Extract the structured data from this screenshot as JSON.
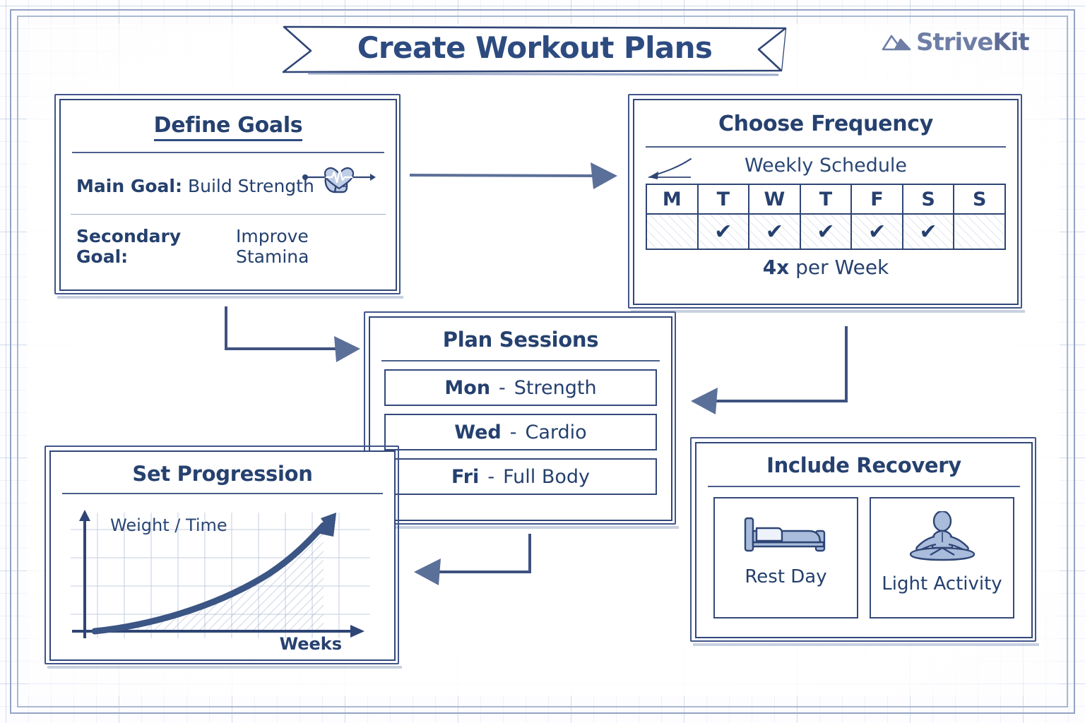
{
  "page": {
    "title": "Create Workout Plans",
    "background": "#fdfdff",
    "ink_color": "#2d4370",
    "accent_color": "#6e7ea6"
  },
  "brand": {
    "name_part1": "Strive",
    "name_part2": "Kit",
    "icon": "mountain-icon"
  },
  "cards": {
    "goals": {
      "title": "Define Goals",
      "main_label": "Main Goal:",
      "main_value": "Build Strength",
      "main_icon": "flexed-bicep-icon",
      "secondary_label": "Secondary Goal:",
      "secondary_value": "Improve Stamina",
      "secondary_icon": "heart-pulse-icon"
    },
    "frequency": {
      "title": "Choose Frequency",
      "subtitle": "Weekly Schedule",
      "days": [
        "M",
        "T",
        "W",
        "T",
        "F",
        "S",
        "S"
      ],
      "checked": [
        false,
        true,
        true,
        true,
        true,
        true,
        false
      ],
      "check_glyph": "✔",
      "footer_count": "4x",
      "footer_text": " per Week",
      "pointer_icon": "curved-arrow-icon"
    },
    "sessions": {
      "title": "Plan Sessions",
      "items": [
        {
          "day": "Mon",
          "separator": "-",
          "activity": "Strength"
        },
        {
          "day": "Wed",
          "separator": "-",
          "activity": "Cardio"
        },
        {
          "day": "Fri",
          "separator": "-",
          "activity": "Full Body"
        }
      ]
    },
    "progression": {
      "title": "Set Progression",
      "y_axis_label": "Weight / Time",
      "x_axis_label": "Weeks"
    },
    "recovery": {
      "title": "Include Recovery",
      "items": [
        {
          "label": "Rest Day",
          "icon": "bed-icon"
        },
        {
          "label": "Light Activity",
          "icon": "meditation-icon"
        }
      ]
    }
  },
  "chart_data": {
    "type": "area",
    "title": "Set Progression",
    "xlabel": "Weeks",
    "ylabel": "Weight / Time",
    "x": [
      0,
      1,
      2,
      3,
      4,
      5,
      6,
      7,
      8,
      9,
      10
    ],
    "values": [
      8,
      10,
      13,
      17,
      22,
      29,
      38,
      49,
      63,
      80,
      100
    ],
    "xlim": [
      0,
      10
    ],
    "ylim": [
      0,
      110
    ],
    "grid": true,
    "legend": "none",
    "annotations": [
      "upward arrow head at curve end",
      "hatched fill under curve"
    ]
  },
  "flow": {
    "connectors": [
      {
        "from": "Define Goals",
        "to": "Choose Frequency",
        "shape": "straight-right"
      },
      {
        "from": "Define Goals",
        "to": "Plan Sessions",
        "shape": "elbow-down-right"
      },
      {
        "from": "Choose Frequency",
        "to": "Plan Sessions",
        "shape": "elbow-down-left"
      },
      {
        "from": "Plan Sessions",
        "to": "Set Progression",
        "shape": "elbow-down-left"
      }
    ]
  }
}
